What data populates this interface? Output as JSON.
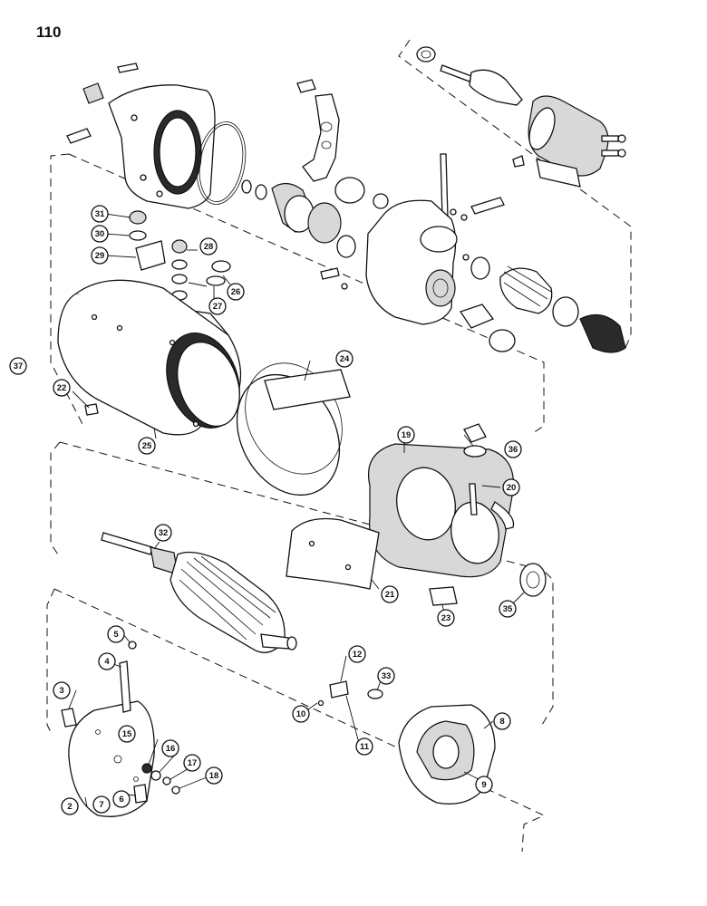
{
  "page": {
    "number": "110"
  },
  "callouts": [
    "2",
    "3",
    "4",
    "5",
    "6",
    "7",
    "8",
    "9",
    "10",
    "11",
    "12",
    "15",
    "16",
    "17",
    "18",
    "19",
    "20",
    "21",
    "22",
    "23",
    "24",
    "25",
    "26",
    "27",
    "28",
    "29",
    "30",
    "31",
    "32",
    "33",
    "35",
    "36",
    "37"
  ]
}
